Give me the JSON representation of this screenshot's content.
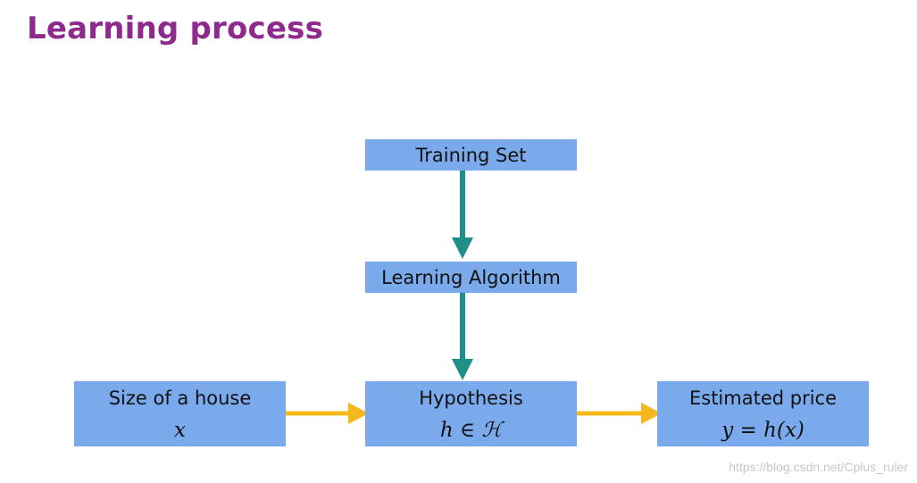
{
  "title": "Learning process",
  "boxes": {
    "training_set": {
      "label": "Training Set"
    },
    "learning_algorithm": {
      "label": "Learning Algorithm"
    },
    "input": {
      "label": "Size of a house",
      "math": "x"
    },
    "hypothesis": {
      "label": "Hypothesis",
      "math": "h ∈ ℋ"
    },
    "output": {
      "label": "Estimated price",
      "math": "y = h(x)"
    }
  },
  "colors": {
    "title": "#8e2a8e",
    "box_fill": "#7aaaec",
    "vertical_arrow": "#1f8f8a",
    "horizontal_arrow": "#f5b81c"
  },
  "watermark": "https://blog.csdn.net/Cplus_ruler"
}
